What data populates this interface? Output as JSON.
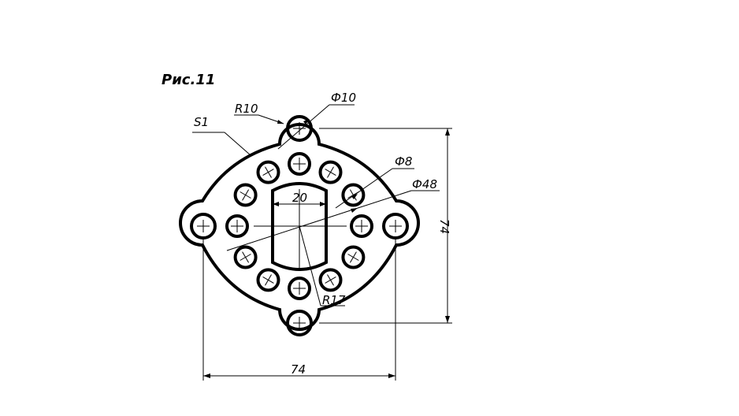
{
  "figure": {
    "title": "Рис.11"
  },
  "labels": {
    "thickness": "S1",
    "boss_radius": "R10",
    "top_hole_diameter": "Ф10",
    "small_hole_diameter": "Ф8",
    "hole_circle_diameter": "Ф48",
    "slot_width": "20",
    "slot_radius": "R17",
    "height": "74",
    "width": "74"
  }
}
